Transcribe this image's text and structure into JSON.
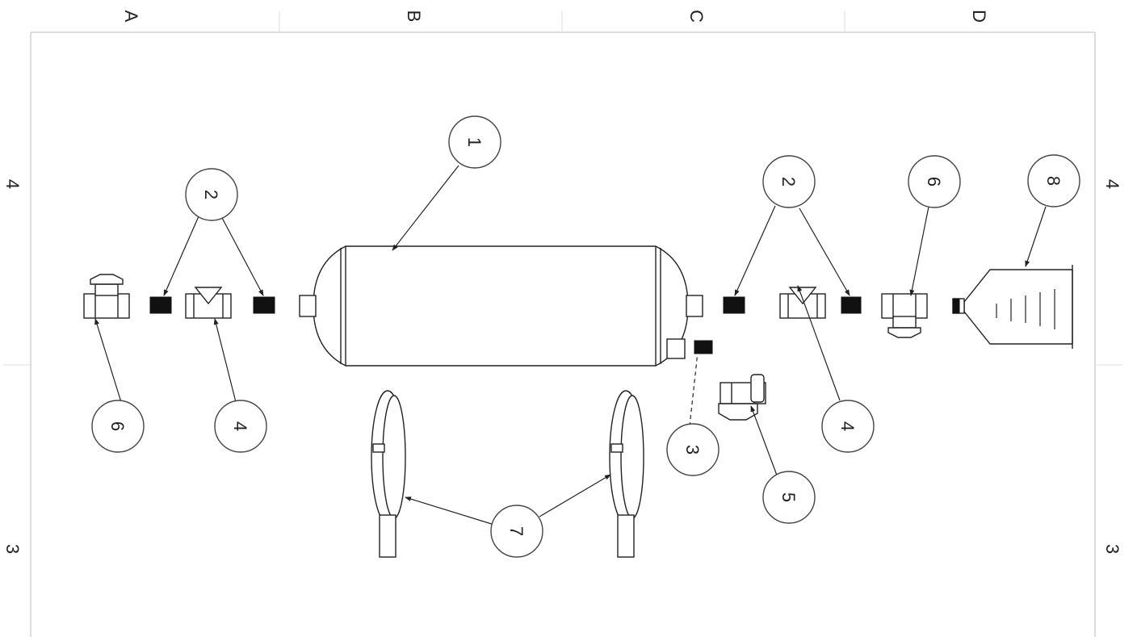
{
  "drawing": {
    "zones_top": [
      "A",
      "B",
      "C",
      "D"
    ],
    "zones_side": [
      "4",
      "3"
    ],
    "balloons": {
      "tank": "1",
      "coupling": "2",
      "drain_coupling": "3",
      "check_valve": "4",
      "drain_valve": "5",
      "ball_valve": "6",
      "saddle": "7",
      "funnel": "8"
    }
  }
}
